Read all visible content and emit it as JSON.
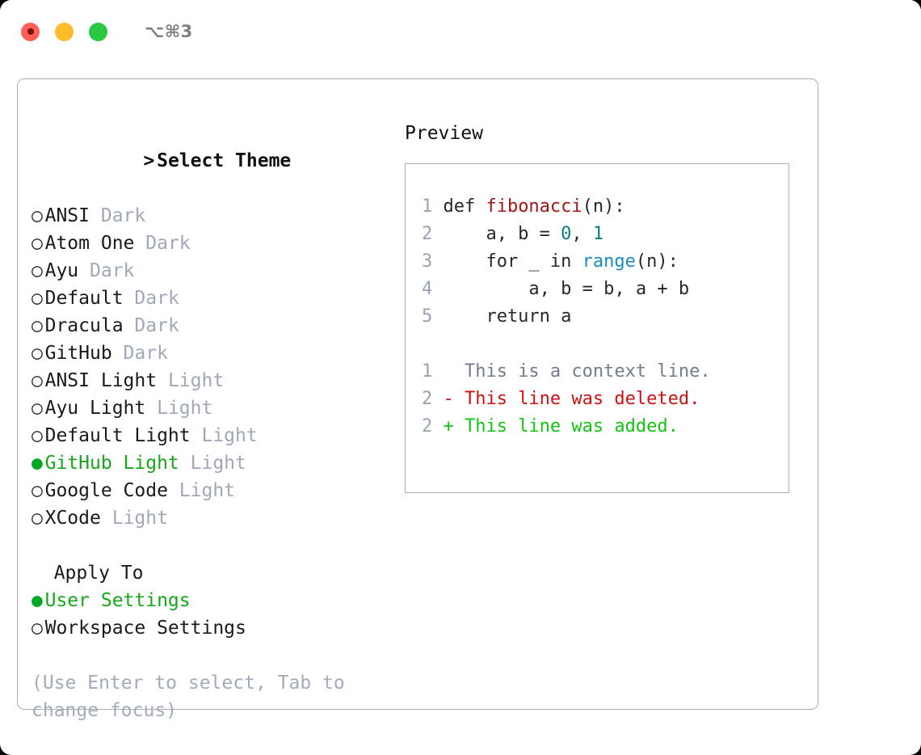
{
  "titlebar": {
    "title": "⌥⌘3",
    "buttons": [
      {
        "name": "close",
        "color": "#ff5f57"
      },
      {
        "name": "minimize",
        "color": "#ffbd2e"
      },
      {
        "name": "maximize",
        "color": "#28c840"
      }
    ]
  },
  "theme_section": {
    "caret": ">",
    "heading": "Select Theme",
    "items": [
      {
        "bullet": "○",
        "name": "ANSI",
        "variant": "Dark",
        "selected": false
      },
      {
        "bullet": "○",
        "name": "Atom One",
        "variant": "Dark",
        "selected": false
      },
      {
        "bullet": "○",
        "name": "Ayu",
        "variant": "Dark",
        "selected": false
      },
      {
        "bullet": "○",
        "name": "Default",
        "variant": "Dark",
        "selected": false
      },
      {
        "bullet": "○",
        "name": "Dracula",
        "variant": "Dark",
        "selected": false
      },
      {
        "bullet": "○",
        "name": "GitHub",
        "variant": "Dark",
        "selected": false
      },
      {
        "bullet": "○",
        "name": "ANSI Light",
        "variant": "Light",
        "selected": false
      },
      {
        "bullet": "○",
        "name": "Ayu Light",
        "variant": "Light",
        "selected": false
      },
      {
        "bullet": "○",
        "name": "Default Light",
        "variant": "Light",
        "selected": false
      },
      {
        "bullet": "●",
        "name": "GitHub Light",
        "variant": "Light",
        "selected": true
      },
      {
        "bullet": "○",
        "name": "Google Code",
        "variant": "Light",
        "selected": false
      },
      {
        "bullet": "○",
        "name": "XCode",
        "variant": "Light",
        "selected": false
      }
    ]
  },
  "apply_section": {
    "heading": "Apply To",
    "items": [
      {
        "bullet": "●",
        "name": "User Settings",
        "selected": true
      },
      {
        "bullet": "○",
        "name": "Workspace Settings",
        "selected": false
      }
    ]
  },
  "hint": "(Use Enter to select, Tab to change focus)",
  "preview": {
    "heading": "Preview",
    "code_lines": [
      {
        "num": "1",
        "tokens": [
          {
            "t": "def ",
            "c": "plain"
          },
          {
            "t": "fibonacci",
            "c": "fn"
          },
          {
            "t": "(n):",
            "c": "plain"
          }
        ]
      },
      {
        "num": "2",
        "tokens": [
          {
            "t": "    a, b = ",
            "c": "plain"
          },
          {
            "t": "0",
            "c": "num"
          },
          {
            "t": ", ",
            "c": "plain"
          },
          {
            "t": "1",
            "c": "num"
          }
        ]
      },
      {
        "num": "3",
        "tokens": [
          {
            "t": "    for _ in ",
            "c": "plain"
          },
          {
            "t": "range",
            "c": "call"
          },
          {
            "t": "(n):",
            "c": "plain"
          }
        ]
      },
      {
        "num": "4",
        "tokens": [
          {
            "t": "        a, b = b, a + b",
            "c": "plain"
          }
        ]
      },
      {
        "num": "5",
        "tokens": [
          {
            "t": "    return a",
            "c": "plain"
          }
        ]
      }
    ],
    "diff_lines": [
      {
        "num": "1",
        "marker": " ",
        "text": " This is a context line.",
        "kind": "ctx"
      },
      {
        "num": "2",
        "marker": "-",
        "text": " This line was deleted.",
        "kind": "del"
      },
      {
        "num": "2",
        "marker": "+",
        "text": " This line was added.",
        "kind": "add"
      }
    ]
  },
  "colors": {
    "accent_green": "#17a81a",
    "muted": "#a0a8b8",
    "border": "#a6aebd",
    "fn_red": "#a41515",
    "num_teal": "#0c7c7c",
    "call_blue": "#1a8cbf",
    "diff_del": "#cc1111",
    "diff_add": "#13c413"
  }
}
